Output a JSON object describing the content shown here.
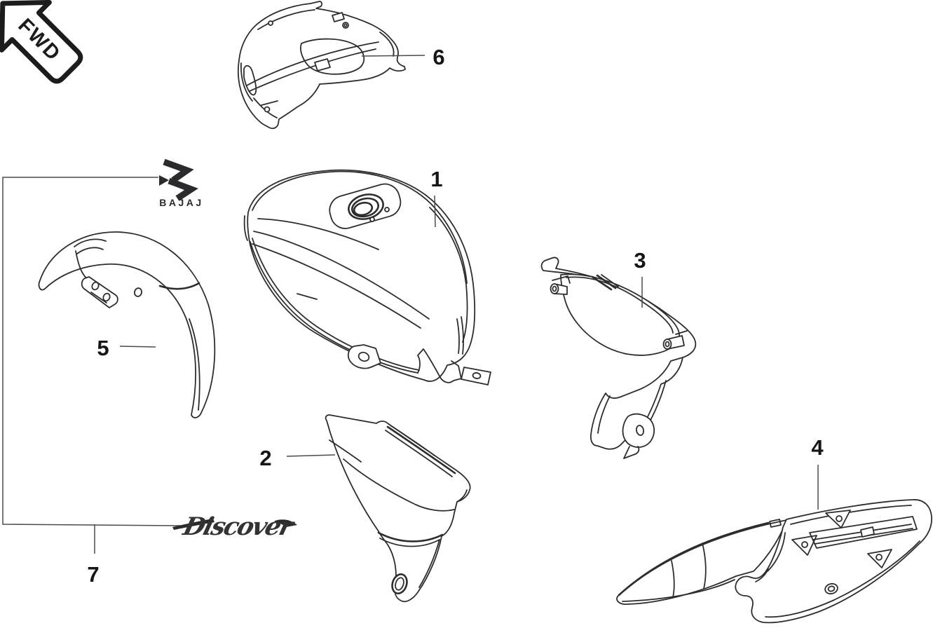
{
  "fwd_badge": {
    "label": "FWD"
  },
  "brand_logo": {
    "wordmark": "BAJAJ"
  },
  "model_logo": {
    "wordmark": "Discover"
  },
  "callouts": {
    "c1": {
      "number": "1"
    },
    "c2": {
      "number": "2"
    },
    "c3": {
      "number": "3"
    },
    "c4": {
      "number": "4"
    },
    "c5": {
      "number": "5"
    },
    "c6": {
      "number": "6"
    },
    "c7": {
      "number": "7"
    }
  },
  "colors": {
    "ink": "#2b2b2d",
    "line": "#2d2d2f",
    "background": "#ffffff"
  }
}
